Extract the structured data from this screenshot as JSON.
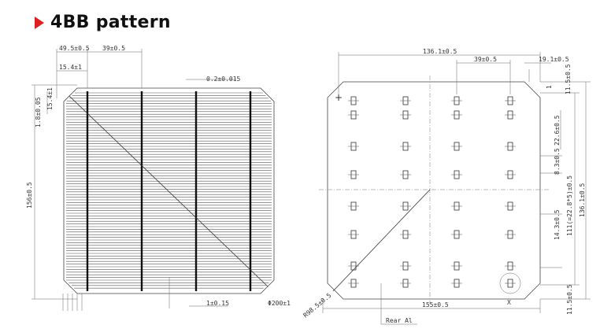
{
  "header": {
    "title": "4BB pattern",
    "bullet_color": "#e02020"
  },
  "front_view": {
    "dim_top_left": "49.5±0.5",
    "dim_top_mid": "39±0.5",
    "dim_left_small": "15.4±1",
    "dim_side_a": "15.4±1",
    "dim_side_b": "1.8±0.05",
    "dim_height": "156±0.5",
    "dim_finger": "0.2±0.015",
    "dim_busbar": "1±0.15",
    "dim_diameter": "Φ200±1"
  },
  "rear_view": {
    "dim_top_width": "136.1±0.5",
    "dim_pad_pitch": "39±0.5",
    "dim_edge": "19.1±0.5",
    "dim_r1": "11.5±0.5",
    "dim_r2": "22.6±0.5",
    "dim_r3": "8.3±0.5",
    "dim_r4": "111(=22.8*5)±0.5",
    "dim_r5": "136.1±0.5",
    "dim_r6": "14.3±0.5",
    "dim_r7": "11.5±0.5",
    "dim_bottom": "155±0.5",
    "dim_chamfer": "R98.5±0.5",
    "label_rear": "Rear Al",
    "label_x": "X",
    "mark_1": "1"
  }
}
